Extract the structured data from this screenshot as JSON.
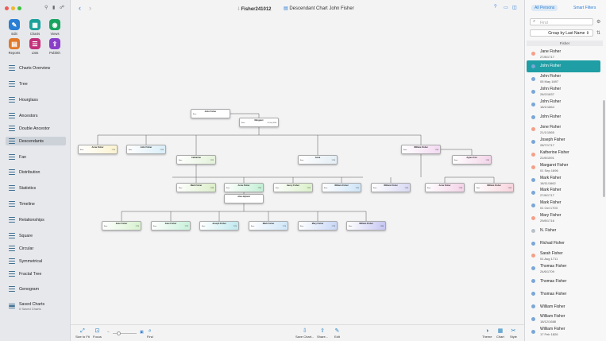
{
  "window": {
    "title": "Fisher241012",
    "chart_title": "Descendant Chart John Fisher"
  },
  "toolbar": [
    {
      "label": "Edit",
      "color": "#2a7fd4",
      "glyph": "✎"
    },
    {
      "label": "Charts",
      "color": "#1aa19a",
      "glyph": "▦"
    },
    {
      "label": "Views",
      "color": "#18a460",
      "glyph": "◉"
    },
    {
      "label": "Reports",
      "color": "#e07a2a",
      "glyph": "▤"
    },
    {
      "label": "Lists",
      "color": "#c2317a",
      "glyph": "☰"
    },
    {
      "label": "Publish",
      "color": "#8a3fc8",
      "glyph": "⇪"
    }
  ],
  "nav": [
    "Charts Overview",
    "Tree",
    "Hourglass",
    "Ancestors",
    "Double Ancestor",
    "Descendants",
    "Fan",
    "Distribution",
    "Statistics",
    "Timeline",
    "Relationships",
    "Square",
    "Circular",
    "Symmetrical",
    "Fractal Tree",
    "Genogram"
  ],
  "saved": {
    "title": "Saved Charts",
    "subtitle": "0 Saved Charts"
  },
  "chart": {
    "root": {
      "name": "John Fisher",
      "b": "Born",
      "bd": "",
      "d": "Death",
      "dd": ""
    },
    "spouse": {
      "name": "Margaret",
      "b": "Born",
      "bd": "01 Sep 1696"
    },
    "gen1": [
      {
        "name": "Anna Fisher",
        "b": "Born",
        "bd": "1719",
        "d": "Death",
        "dd": "1791"
      },
      {
        "name": "John Fisher",
        "b": "Born",
        "bd": "1720",
        "d": "Death",
        "dd": "1780"
      },
      {
        "name": "Catharine",
        "b": "Born",
        "bd": "1722",
        "d": "",
        "dd": ""
      },
      {
        "name": "Anna",
        "b": "Born",
        "bd": "1726",
        "d": "",
        "dd": ""
      },
      {
        "name": "William Fisher",
        "b": "Born",
        "bd": "1730",
        "d": "Death",
        "dd": "1790"
      },
      {
        "name": "Agnes Fox",
        "b": "Born",
        "bd": "1733",
        "d": "",
        "dd": ""
      }
    ],
    "gen2": [
      {
        "name": "Mark Fisher",
        "b": "Born",
        "bd": "1748"
      },
      {
        "name": "Anna Fisher",
        "b": "Born",
        "bd": "1750"
      },
      {
        "name": "Henry Fisher",
        "b": "Born",
        "bd": "1752"
      },
      {
        "name": "William Fisher",
        "b": "Born",
        "bd": "1754"
      },
      {
        "name": "William Fisher",
        "b": "Born",
        "bd": "1756"
      },
      {
        "name": "Anna Fisher",
        "b": "Born",
        "bd": "1758"
      },
      {
        "name": "William Fisher",
        "b": "Born",
        "bd": "1760"
      }
    ],
    "spouse2": {
      "name": "Alice Byland"
    },
    "gen3": [
      {
        "name": "Jane Fisher",
        "b": "Born",
        "bd": "1770"
      },
      {
        "name": "Jane Fisher",
        "b": "Born",
        "bd": "1772"
      },
      {
        "name": "Joseph Fisher",
        "b": "Born",
        "bd": "1774"
      },
      {
        "name": "Mark Fisher",
        "b": "Born",
        "bd": "1776"
      },
      {
        "name": "Mary Fisher",
        "b": "Born",
        "bd": "1778"
      },
      {
        "name": "William Fisher",
        "b": "Born",
        "bd": "1780"
      }
    ]
  },
  "bottom": {
    "left": [
      {
        "label": "Size to Fit",
        "glyph": "⤢"
      },
      {
        "label": "Focus",
        "glyph": "⊡"
      },
      {
        "label": "Find",
        "glyph": "⌕"
      }
    ],
    "right": [
      {
        "label": "Save Chart...",
        "glyph": "⇩"
      },
      {
        "label": "Share...",
        "glyph": "⇧"
      },
      {
        "label": "Edit",
        "glyph": "✎"
      },
      {
        "label": "Theme",
        "glyph": "◑"
      },
      {
        "label": "Chart",
        "glyph": "▦"
      },
      {
        "label": "Style",
        "glyph": "✂"
      }
    ]
  },
  "right_panel": {
    "tab_all": "All Persons",
    "tab_smart": "Smart Filters",
    "search_placeholder": "Find",
    "group_by": "Group by Last Name",
    "group_header": "Fisher",
    "persons": [
      {
        "name": "Jane Fisher",
        "date": "27/8/1717",
        "color": "#f4a088"
      },
      {
        "name": "John Fisher",
        "date": "",
        "color": "#7aa7d8",
        "selected": true
      },
      {
        "name": "John Fisher",
        "date": "05 May 1697",
        "color": "#7aa7d8"
      },
      {
        "name": "John Fisher",
        "date": "26/2/1837",
        "color": "#7aa7d8"
      },
      {
        "name": "John Fisher",
        "date": "18/1/1864",
        "color": "#7aa7d8"
      },
      {
        "name": "John Fisher",
        "date": "",
        "color": "#7aa7d8"
      },
      {
        "name": "Jone Fisher",
        "date": "21/1/1565",
        "color": "#f4a088"
      },
      {
        "name": "Joseph Fisher",
        "date": "28/7/1717",
        "color": "#7aa7d8"
      },
      {
        "name": "Katherine Fisher",
        "date": "22/8/1591",
        "color": "#f4a088"
      },
      {
        "name": "Margaret Fisher",
        "date": "01 Sep 1696",
        "color": "#f4a088"
      },
      {
        "name": "Mark Fisher",
        "date": "18/11/1662",
        "color": "#7aa7d8"
      },
      {
        "name": "Mark Fisher",
        "date": "27/8/1717",
        "color": "#7aa7d8"
      },
      {
        "name": "Mark Fisher",
        "date": "01 Oct 1703",
        "color": "#7aa7d8"
      },
      {
        "name": "Mary Fisher",
        "date": "29/8/1716",
        "color": "#f4a088"
      },
      {
        "name": "N. Fisher",
        "date": "",
        "color": "#b8c0c8"
      },
      {
        "name": "Richad Fisher",
        "date": "",
        "color": "#7aa7d8"
      },
      {
        "name": "Sarah Fisher",
        "date": "01 Aug 1711",
        "color": "#f4a088"
      },
      {
        "name": "Thomas Fisher",
        "date": "24/6/1709",
        "color": "#7aa7d8"
      },
      {
        "name": "Thomas Fisher",
        "date": "",
        "color": "#7aa7d8"
      },
      {
        "name": "Thomas Fisher",
        "date": "",
        "color": "#7aa7d8"
      },
      {
        "name": "William Fisher",
        "date": "",
        "color": "#7aa7d8"
      },
      {
        "name": "William Fisher",
        "date": "18/12/1688",
        "color": "#7aa7d8"
      },
      {
        "name": "William Fisher",
        "date": "17 Feb 1826",
        "color": "#7aa7d8"
      }
    ]
  }
}
